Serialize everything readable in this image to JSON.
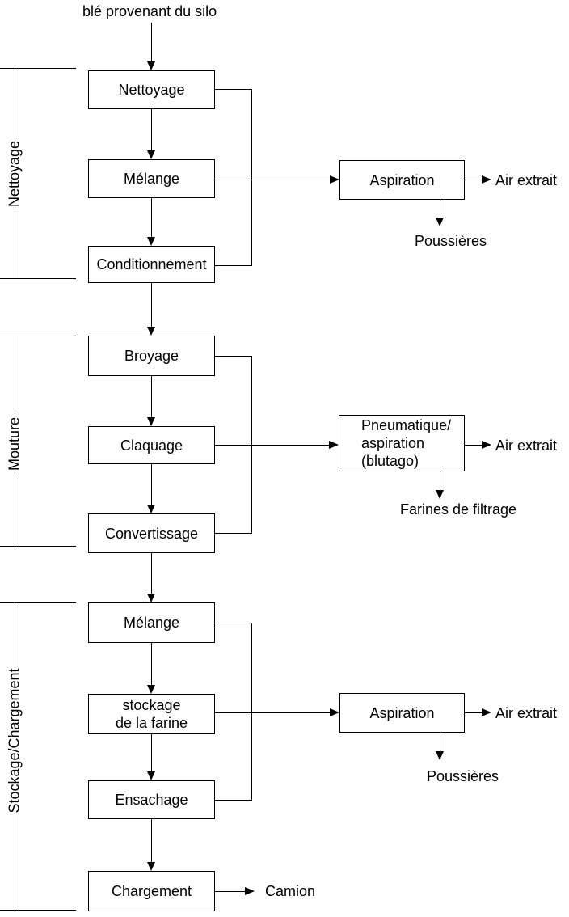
{
  "flow": {
    "source": "blé provenant du silo",
    "nettoyage": "Nettoyage",
    "melange_1": "Mélange",
    "conditionnement": "Conditionnement",
    "broyage": "Broyage",
    "claquage": "Claquage",
    "convertissage": "Convertissage",
    "melange_2": "Mélange",
    "stockage_l1": "stockage",
    "stockage_l2": "de la farine",
    "ensachage": "Ensachage",
    "chargement": "Chargement"
  },
  "side": {
    "nettoyage": "Nettoyage",
    "mouture": "Mouture",
    "stockage_chargement": "Stockage/Chargement"
  },
  "aspiration": {
    "box1": "Aspiration",
    "box2_l1": "Pneumatique/",
    "box2_l2": "aspiration",
    "box2_l3": "(blutago)",
    "box3": "Aspiration"
  },
  "outputs": {
    "air_extrait_1": "Air extrait",
    "poussieres_1": "Poussières",
    "air_extrait_2": "Air extrait",
    "farines_filtrage": "Farines de filtrage",
    "air_extrait_3": "Air extrait",
    "poussieres_2": "Poussières",
    "camion": "Camion"
  },
  "colors": {
    "line": "#000000",
    "background": "#ffffff",
    "text": "#000000"
  }
}
